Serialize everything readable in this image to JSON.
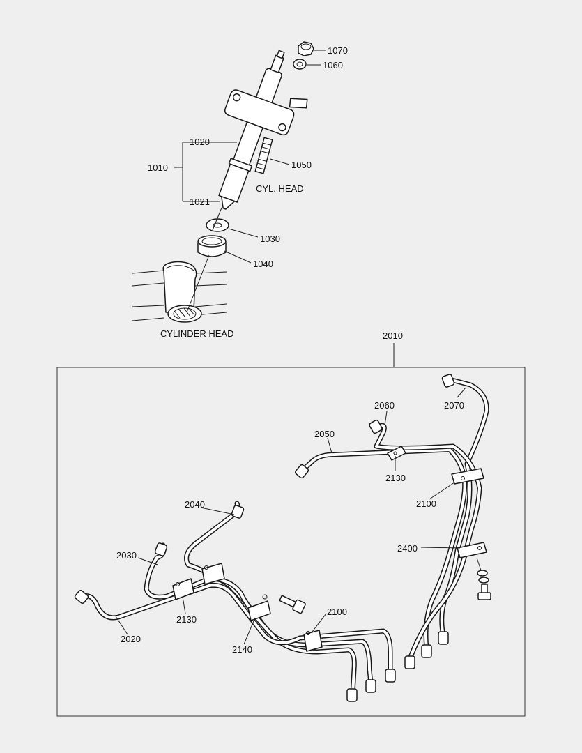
{
  "labels": {
    "p1070": "1070",
    "p1060": "1060",
    "p1020": "1020",
    "p1010": "1010",
    "p1050": "1050",
    "cyl_head_short": "CYL. HEAD",
    "p1021": "1021",
    "p1030": "1030",
    "p1040": "1040",
    "cylinder_head": "CYLINDER HEAD",
    "p2010": "2010",
    "p2060": "2060",
    "p2070": "2070",
    "p2050": "2050",
    "p2130a": "2130",
    "p2100a": "2100",
    "p2040": "2040",
    "p2400": "2400",
    "p2030": "2030",
    "p2130b": "2130",
    "p2100b": "2100",
    "p2020": "2020",
    "p2140": "2140"
  }
}
